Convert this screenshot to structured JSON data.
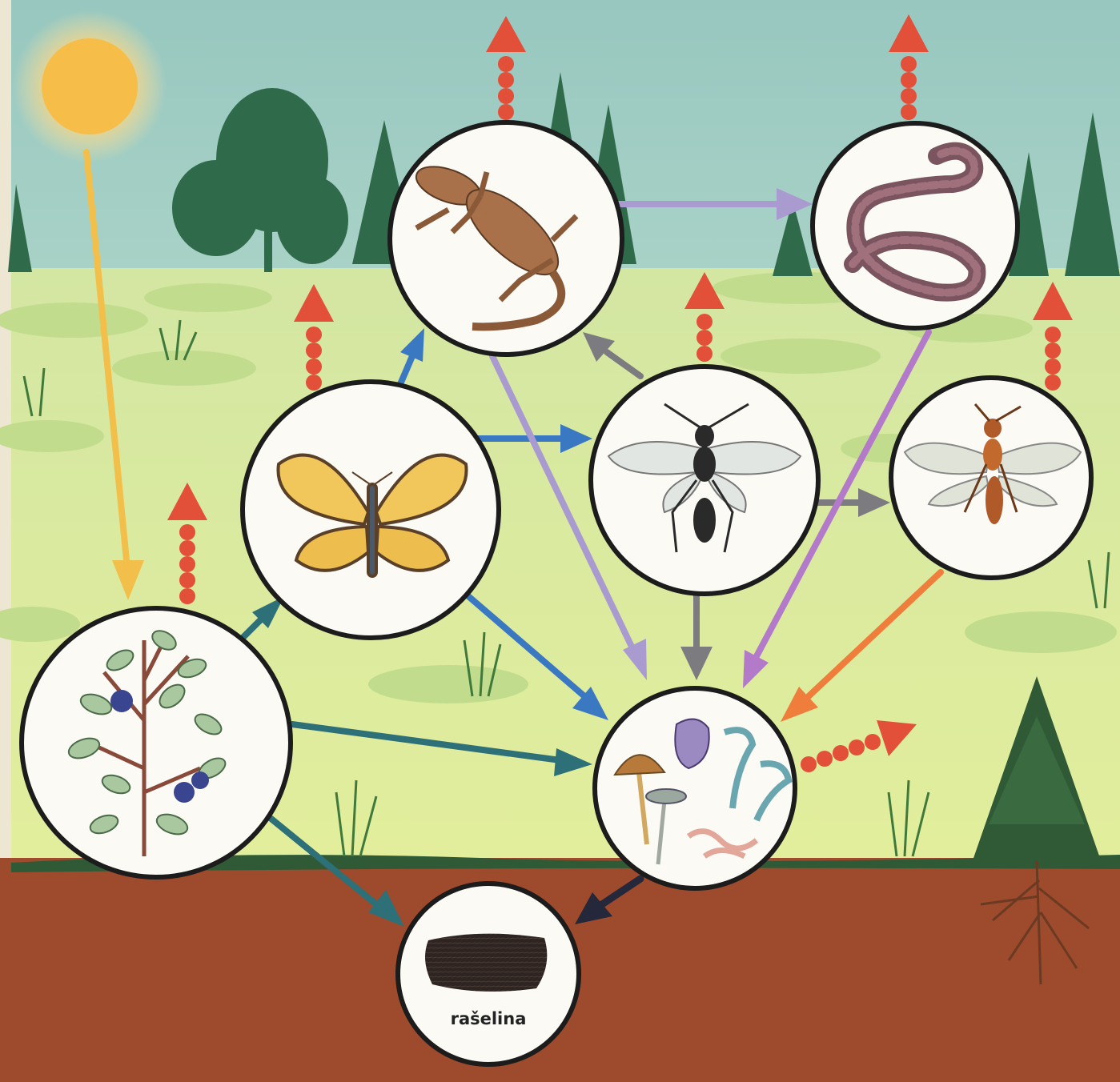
{
  "labels": {
    "peat": "rašelina"
  },
  "nodes": [
    {
      "id": "sun",
      "icon": "sun-icon"
    },
    {
      "id": "blueberry",
      "icon": "blueberry-plant-icon"
    },
    {
      "id": "butterfly",
      "icon": "butterfly-icon"
    },
    {
      "id": "lizard",
      "icon": "lizard-icon"
    },
    {
      "id": "snake",
      "icon": "viper-icon"
    },
    {
      "id": "wasp",
      "icon": "parasitic-wasp-icon"
    },
    {
      "id": "fly",
      "icon": "small-wasp-icon"
    },
    {
      "id": "decomposers",
      "icon": "decomposers-icon"
    },
    {
      "id": "peat",
      "icon": "peat-icon"
    }
  ],
  "flows": [
    {
      "from": "sun",
      "to": "blueberry",
      "kind": "energy",
      "color": "#f2c04a"
    },
    {
      "from": "blueberry",
      "to": "butterfly",
      "kind": "food",
      "color": "#2d7078"
    },
    {
      "from": "blueberry",
      "to": "decomposers",
      "kind": "food",
      "color": "#2d7078"
    },
    {
      "from": "blueberry",
      "to": "peat",
      "kind": "food",
      "color": "#2d7078"
    },
    {
      "from": "butterfly",
      "to": "lizard",
      "kind": "food",
      "color": "#3b78c2"
    },
    {
      "from": "butterfly",
      "to": "wasp",
      "kind": "food",
      "color": "#3b78c2"
    },
    {
      "from": "butterfly",
      "to": "decomposers",
      "kind": "food",
      "color": "#3b78c2"
    },
    {
      "from": "lizard",
      "to": "snake",
      "kind": "food",
      "color": "#a99ad0"
    },
    {
      "from": "lizard",
      "to": "decomposers",
      "kind": "food",
      "color": "#a99ad0"
    },
    {
      "from": "wasp",
      "to": "lizard",
      "kind": "food",
      "color": "#7c7c80"
    },
    {
      "from": "wasp",
      "to": "fly",
      "kind": "food",
      "color": "#7c7c80"
    },
    {
      "from": "wasp",
      "to": "decomposers",
      "kind": "food",
      "color": "#7c7c80"
    },
    {
      "from": "snake",
      "to": "decomposers",
      "kind": "food",
      "color": "#b37ac9"
    },
    {
      "from": "fly",
      "to": "decomposers",
      "kind": "food",
      "color": "#ef7d3b"
    },
    {
      "from": "decomposers",
      "to": "peat",
      "kind": "food",
      "color": "#25283a"
    }
  ],
  "heat_loss": {
    "color": "#e2503a",
    "from": [
      "lizard",
      "snake",
      "blueberry",
      "butterfly",
      "wasp",
      "fly",
      "decomposers"
    ]
  }
}
